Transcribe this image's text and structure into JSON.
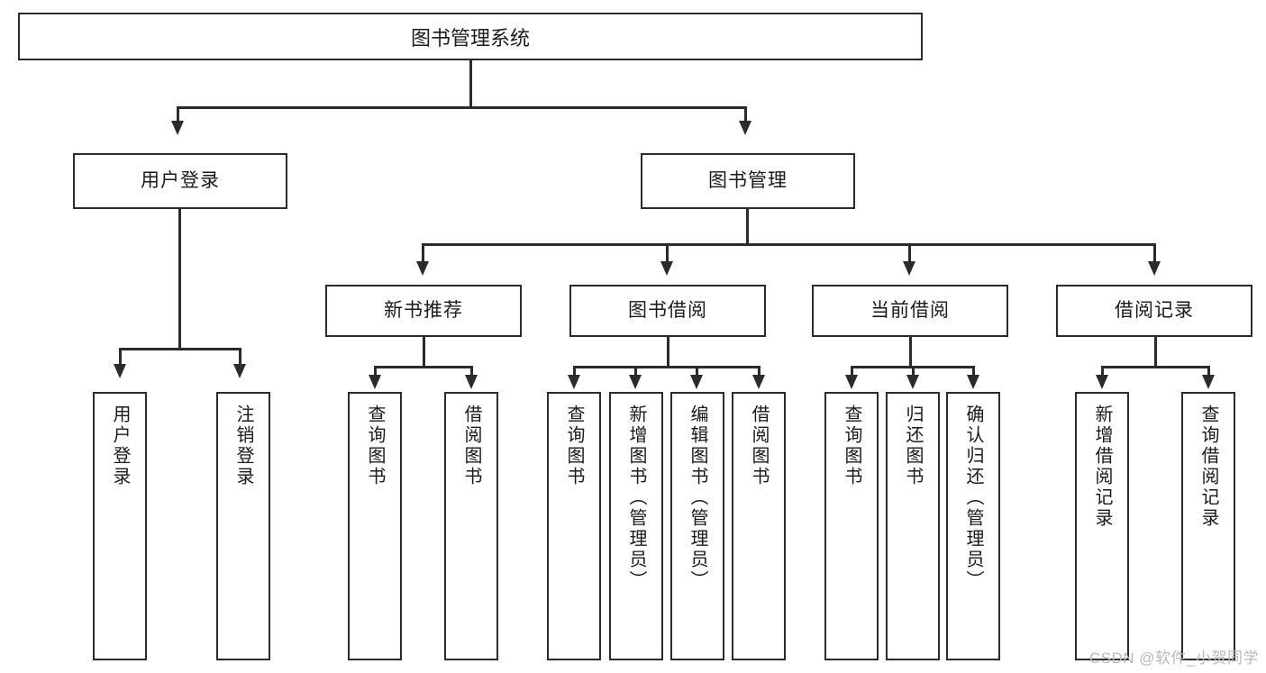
{
  "diagram": {
    "title": "图书管理系统",
    "type": "tree-hierarchy-functional-structure",
    "root": {
      "label": "图书管理系统"
    },
    "level2": [
      {
        "label": "用户登录"
      },
      {
        "label": "图书管理"
      }
    ],
    "level3": [
      {
        "label": "新书推荐"
      },
      {
        "label": "图书借阅"
      },
      {
        "label": "当前借阅"
      },
      {
        "label": "借阅记录"
      }
    ],
    "leaves": {
      "user_login": [
        {
          "label": "用户登录"
        },
        {
          "label": "注销登录"
        }
      ],
      "new_book_recommend": [
        {
          "label": "查询图书"
        },
        {
          "label": "借阅图书"
        }
      ],
      "book_borrow": [
        {
          "label": "查询图书"
        },
        {
          "label": "新增图书（管理员）"
        },
        {
          "label": "编辑图书（管理员）"
        },
        {
          "label": "借阅图书"
        }
      ],
      "current_borrow": [
        {
          "label": "查询图书"
        },
        {
          "label": "归还图书"
        },
        {
          "label": "确认归还（管理员）"
        }
      ],
      "borrow_record": [
        {
          "label": "新增借阅记录"
        },
        {
          "label": "查询借阅记录"
        }
      ]
    }
  },
  "watermark": {
    "text": "CSDN @软件_小贺同学"
  },
  "colors": {
    "stroke": "#2b2b2b",
    "fill": "#ffffff",
    "text": "#1a1a1a",
    "watermark": "#b9b9b9"
  }
}
